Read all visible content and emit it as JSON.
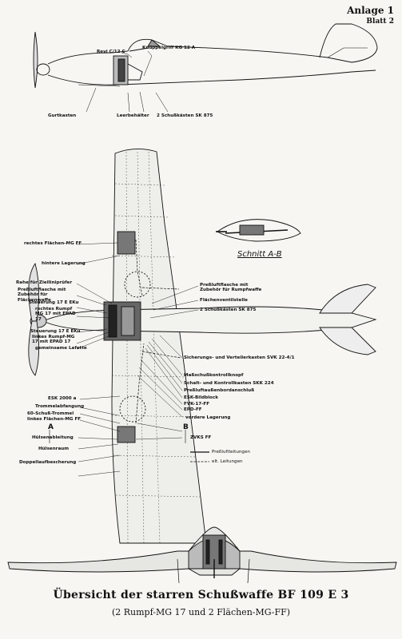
{
  "header": {
    "annex": "Anlage 1",
    "sheet": "Blatt 2"
  },
  "side_view_labels": {
    "revi": "Revi C/12 C",
    "knueppelgriff": "Knüppelgriff KG 12 A",
    "gurtkasten": "Gurtkasten",
    "leerbehaelter": "Leerbehälter",
    "schusskaesten_top": "2 Schußkästen SK 875"
  },
  "section": {
    "label": "Schnitt A-B"
  },
  "left_labels": {
    "rechtes_flaechen_mg": "rechtes Flächen-MG FF",
    "hintere_lagerung": "hintere Lagerung",
    "rahe": "Rahe für Zielliniprüfer",
    "pressluftflasche_fw": "Preßluftflasche mit Zubehör für Flächenwaffe",
    "steuerung_top": "Steuerung 17 E EKu",
    "rechtes_rumpf_mg": "rechtes Rumpf MG 17 mit EPAD 17",
    "steuerung_bottom": "Steuerung 17 E EKu",
    "linkes_rumpf_mg": "linkes Rumpf-MG 17 mit EPAD 17",
    "gemeinsame_lafette": "gemeinsame Lafette",
    "esk": "ESK 2000 a",
    "trommelabfangung": "Trommelabfangung",
    "schuss_trommel": "60-Schuß-Trommel",
    "linkes_flaechen_mg": "linkes Flächen-MG FF",
    "huelsenableitung": "Hülsenableitung",
    "huelsenraum": "Hülsenraum",
    "doppellaufbescherung": "Doppellaufbescherung"
  },
  "right_labels": {
    "pressluftflasche_rw": "Preßluftflasche mit Zubehör für Rumpfwaffe",
    "flaechenventil": "Flächenventilstelle",
    "schusskaesten": "2 Schußkästen SK 875",
    "verteiler": "Sicherungs- und Verteilerkasten SVK 22-4/1",
    "kontrollknopf": "Maßschußkontrollknopf",
    "schaltkasten": "Schalt- und Kontrollkasten SKK 224",
    "pressluftaussenbord": "Preßluftaußenbordanschluß",
    "esk_bildblock": "ESK-Bildblock",
    "fvk": "FVK-17-FF",
    "epd": "EPD-FF",
    "vordere_lagerung": "vordere Lagerung",
    "zvks": "ZVKS FF"
  },
  "markers": {
    "a": "A",
    "b": "B"
  },
  "legend": {
    "line1": "Preßluftleitungen",
    "line2": "elt. Leitungen"
  },
  "title": "Übersicht der starren Schußwaffe BF 109 E 3",
  "subtitle": "(2 Rumpf-MG 17 und 2 Flächen-MG-FF)"
}
